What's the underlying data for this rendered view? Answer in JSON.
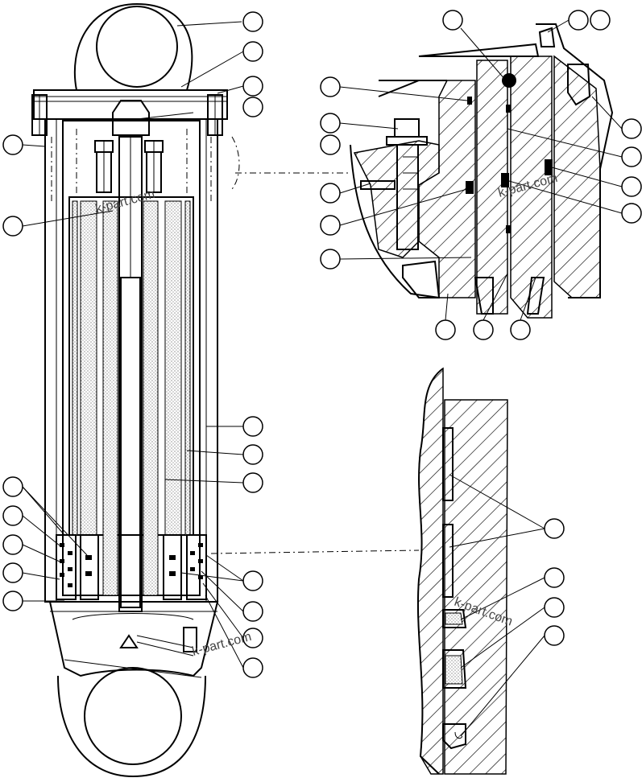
{
  "watermarks": [
    "k-part.com",
    "k-part.com",
    "k-part.com",
    "k-part.com"
  ],
  "colors": {
    "line": "#000000",
    "background": "#ffffff",
    "watermark": "#444444"
  }
}
